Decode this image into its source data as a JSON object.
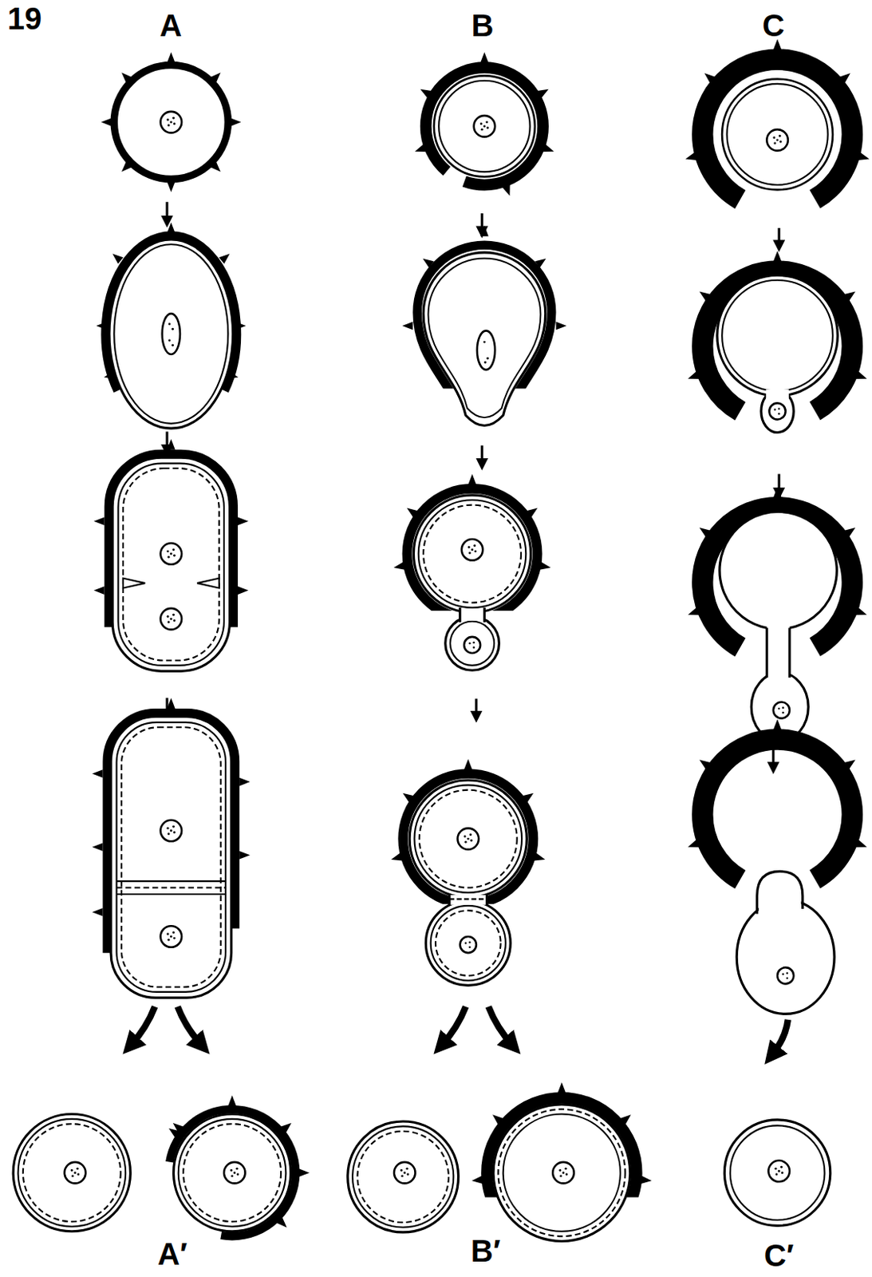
{
  "diagram": {
    "labels": [
      "19",
      "A",
      "B",
      "C",
      "A′",
      "B′",
      "C′"
    ]
  }
}
